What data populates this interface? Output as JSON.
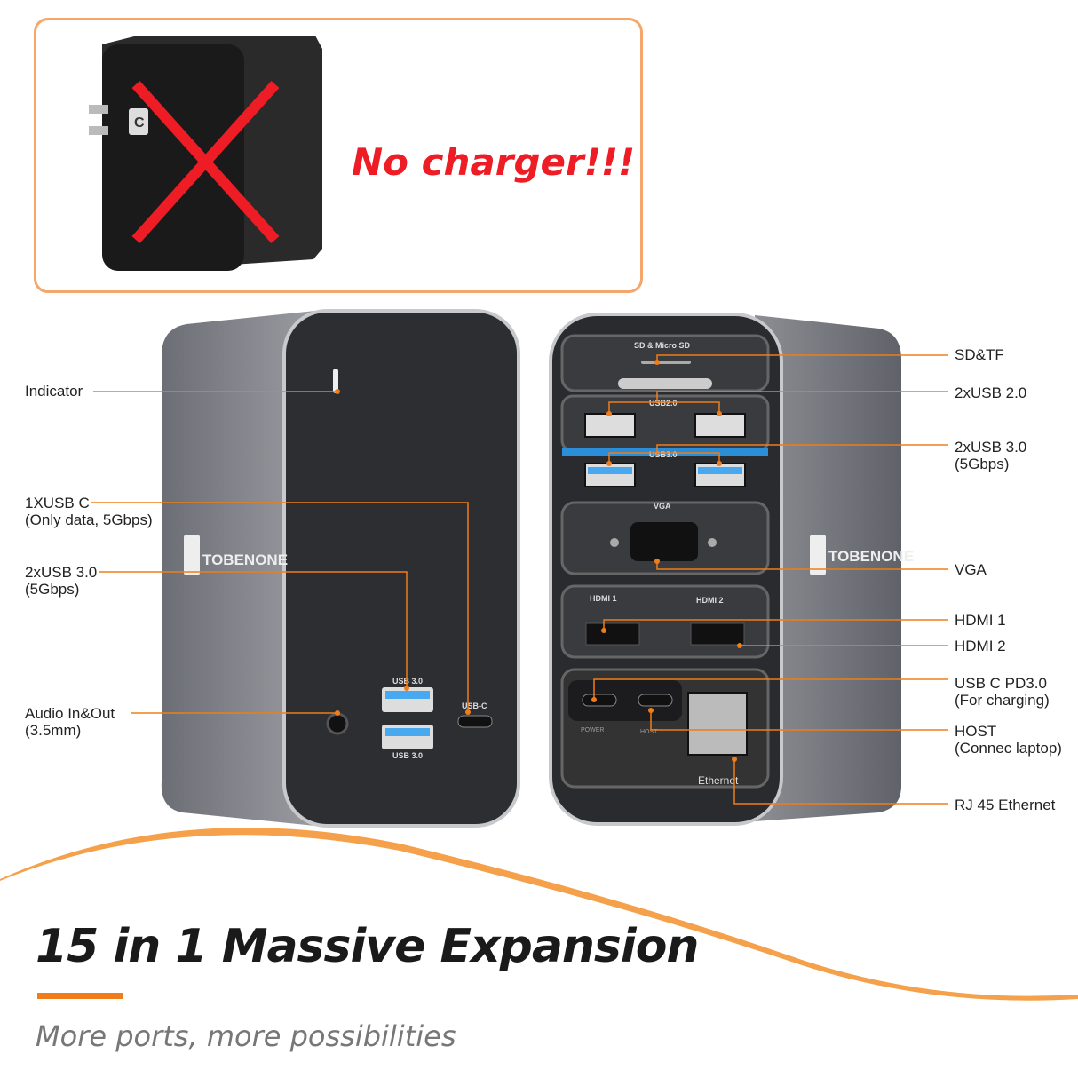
{
  "banner": {
    "text": "No charger!!!",
    "plug_letter": "C"
  },
  "left_labels": [
    {
      "text": "Indicator"
    },
    {
      "text": "1XUSB C\n(Only data, 5Gbps)"
    },
    {
      "text": "2xUSB 3.0\n(5Gbps)"
    },
    {
      "text": "Audio In&Out\n(3.5mm)"
    }
  ],
  "right_labels": [
    {
      "text": "SD&TF"
    },
    {
      "text": "2xUSB 2.0"
    },
    {
      "text": "2xUSB 3.0\n(5Gbps)"
    },
    {
      "text": "VGA"
    },
    {
      "text": "HDMI 1"
    },
    {
      "text": "HDMI 2"
    },
    {
      "text": "USB C PD3.0\n(For charging)"
    },
    {
      "text": "HOST\n(Connec laptop)"
    },
    {
      "text": "RJ 45 Ethernet"
    }
  ],
  "device_printing": {
    "brand": "TOBENONE",
    "usb30": "USB 3.0",
    "usbc": "USB-C",
    "sd": "SD  &  Micro SD",
    "usb20_tag": "USB2.0",
    "usb30_tag": "USB3.0",
    "vga": "VGA",
    "hdmi1": "HDMI 1",
    "hdmi2": "HDMI 2",
    "power": "POWER",
    "host": "HOST",
    "ethernet": "Ethernet"
  },
  "headline": {
    "title": "15 in 1 Massive Expansion",
    "subtitle": "More ports, more possibilities"
  },
  "colors": {
    "accent": "#f07d1a",
    "red": "#ee1c24",
    "usb3_blue": "#2a8fd8"
  }
}
